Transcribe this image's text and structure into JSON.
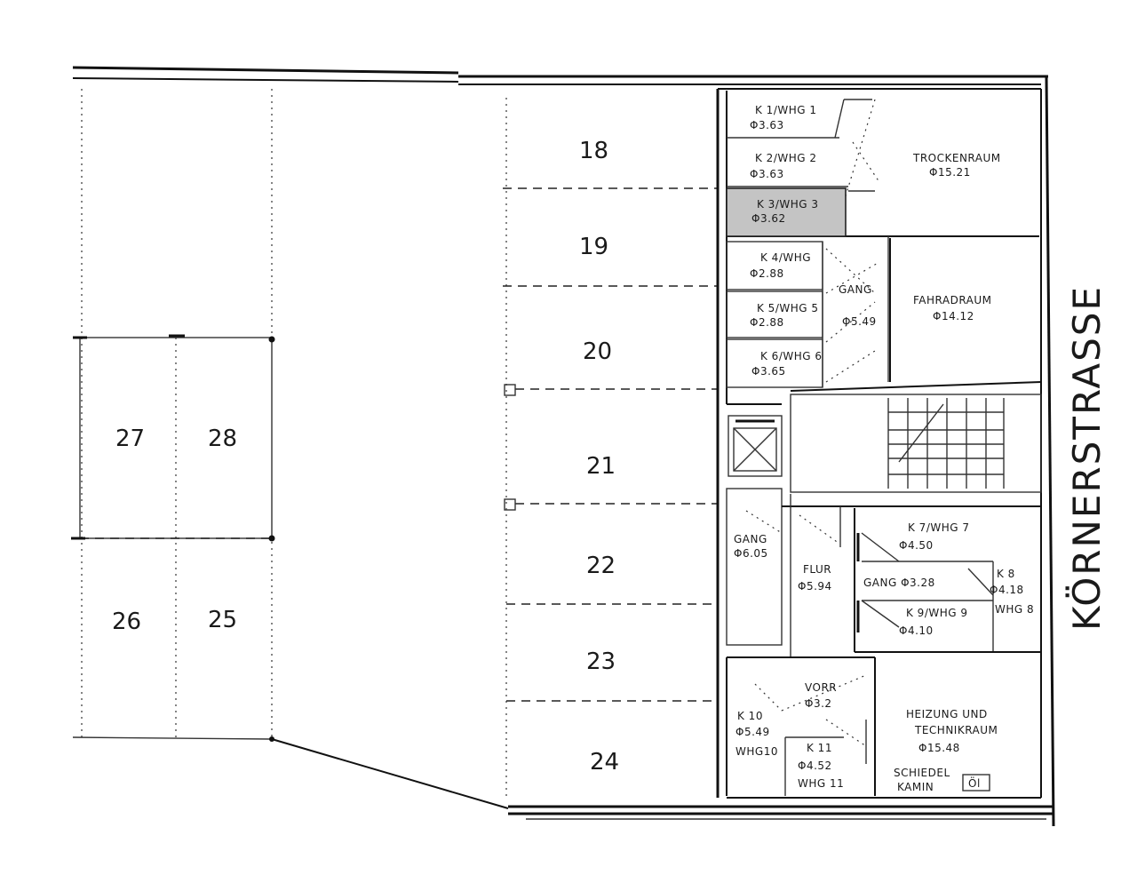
{
  "street": "KÖRNERSTRASSE",
  "parking_spaces": {
    "s18": "18",
    "s19": "19",
    "s20": "20",
    "s21": "21",
    "s22": "22",
    "s23": "23",
    "s24": "24",
    "s25": "25",
    "s26": "26",
    "s27": "27",
    "s28": "28"
  },
  "rooms": {
    "k1": {
      "name": "K 1/WHG 1",
      "area": "Φ3.63"
    },
    "k2": {
      "name": "K 2/WHG 2",
      "area": "Φ3.63"
    },
    "k3": {
      "name": "K 3/WHG 3",
      "area": "Φ3.62"
    },
    "k4": {
      "name": "K 4/WHG",
      "area": "Φ2.88"
    },
    "k5": {
      "name": "K 5/WHG 5",
      "area": "Φ2.88"
    },
    "k6": {
      "name": "K 6/WHG 6",
      "area": "Φ3.65"
    },
    "k7": {
      "name": "K 7/WHG 7",
      "area": "Φ4.50"
    },
    "k8": {
      "name": "K 8",
      "area": "Φ4.18",
      "whg": "WHG 8"
    },
    "k9": {
      "name": "K 9/WHG 9",
      "area": "Φ4.10"
    },
    "k10": {
      "name": "K 10",
      "area": "Φ5.49",
      "whg": "WHG10"
    },
    "k11": {
      "name": "K 11",
      "area": "Φ4.52",
      "whg": "WHG 11"
    },
    "trockenraum": {
      "name": "TROCKENRAUM",
      "area": "Φ15.21"
    },
    "fahrradraum": {
      "name": "FAHRADRAUM",
      "area": "Φ14.12"
    },
    "gang_top": {
      "name": "GANG",
      "area": "Φ5.49"
    },
    "gang_left": {
      "name": "GANG",
      "area": "Φ6.05"
    },
    "flur": {
      "name": "FLUR",
      "area": "Φ5.94"
    },
    "gang_mid": {
      "name": "GANG  Φ3.28"
    },
    "vorr": {
      "name": "VORR",
      "area": "Φ3.2"
    },
    "heizung": {
      "line1": "HEIZUNG UND",
      "line2": "TECHNIKRAUM",
      "area": "Φ15.48"
    },
    "schiedel": {
      "line1": "SCHIEDEL",
      "line2": "KAMIN"
    },
    "oil_symbol": "Öl"
  },
  "colors": {
    "ink": "#111111",
    "highlight": "#c4c4c4",
    "paper": "#ffffff"
  }
}
